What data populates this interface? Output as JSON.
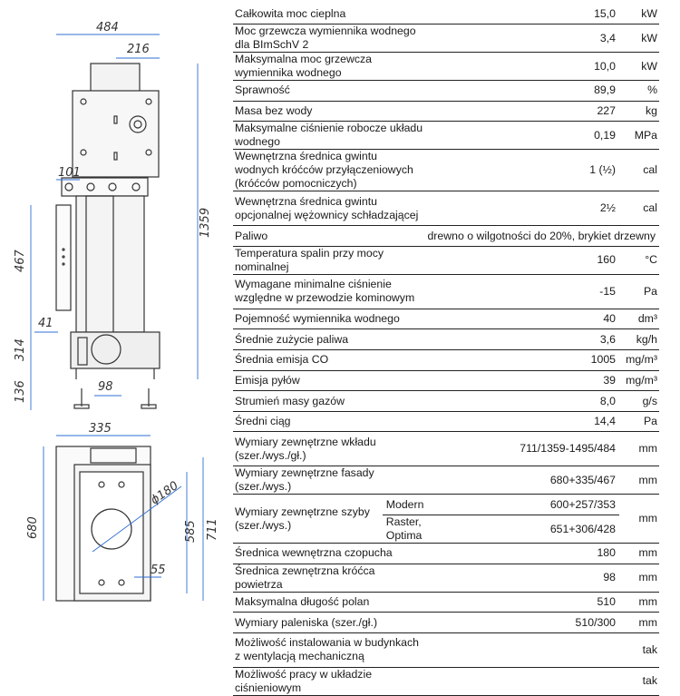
{
  "colors": {
    "dimension_line": "#2f6fd6",
    "text": "#1a1a1a",
    "rule": "#222222"
  },
  "drawing": {
    "front_dims": {
      "width": "484",
      "top_offset": "216",
      "left_offset": "101",
      "height": "1359",
      "door_height": "467",
      "small": "41",
      "lower": "314",
      "legs": "136",
      "leg_gap": "98"
    },
    "top_dims": {
      "width": "335",
      "depth": "680",
      "diameter": "ϕ180",
      "inner": "585",
      "outer": "711",
      "spigot": "55"
    }
  },
  "spec": {
    "rows": [
      {
        "label": "Całkowita moc cieplna",
        "value": "15,0",
        "unit": "kW"
      },
      {
        "label": "Moc grzewcza wymiennika wodnego dla BImSchV 2",
        "value": "3,4",
        "unit": "kW"
      },
      {
        "label": "Maksymalna moc grzewcza wymiennika wodnego",
        "value": "10,0",
        "unit": "kW"
      },
      {
        "label": "Sprawność",
        "value": "89,9",
        "unit": "%"
      },
      {
        "label": "Masa bez wody",
        "value": "227",
        "unit": "kg"
      },
      {
        "label": "Maksymalne ciśnienie robocze układu wodnego",
        "value": "0,19",
        "unit": "MPa"
      },
      {
        "label": "Wewnętrzna średnica gwintu wodnych króćców przyłączeniowych (króćców pomocniczych)",
        "value": "1 (½)",
        "unit": "cal",
        "tall": true
      },
      {
        "label": "Wewnętrzna średnica gwintu opcjonalnej wężownicy schładzającej",
        "value": "2½",
        "unit": "cal",
        "tall": true
      },
      {
        "label": "Paliwo",
        "value": "drewno o wilgotności do 20%, brykiet drzewny",
        "unit": "",
        "span": true
      },
      {
        "label": "Temperatura spalin przy mocy nominalnej",
        "value": "160",
        "unit": "°C"
      },
      {
        "label": "Wymagane minimalne ciśnienie względne w przewodzie kominowym",
        "value": "-15",
        "unit": "Pa",
        "tall": true
      },
      {
        "label": "Pojemność wymiennika wodnego",
        "value": "40",
        "unit": "dm³"
      },
      {
        "label": "Średnie zużycie paliwa",
        "value": "3,6",
        "unit": "kg/h"
      },
      {
        "label": "Średnia emisja CO",
        "value": "1005",
        "unit": "mg/m³"
      },
      {
        "label": "Emisja pyłów",
        "value": "39",
        "unit": "mg/m³"
      },
      {
        "label": "Strumień masy gazów",
        "value": "8,0",
        "unit": "g/s"
      },
      {
        "label": "Średni ciąg",
        "value": "14,4",
        "unit": "Pa"
      },
      {
        "label": "Wymiary zewnętrzne wkładu (szer./wys./gł.)",
        "value": "711/1359-1495/484",
        "unit": "mm",
        "tall": true
      },
      {
        "label": "Wymiary zewnętrzne fasady (szer./wys.)",
        "value": "680+335/467",
        "unit": "mm"
      }
    ],
    "glass": {
      "label": "Wymiary zewnętrzne szyby (szer./wys.)",
      "unit": "mm",
      "variants": [
        {
          "name": "Modern",
          "value": "600+257/353"
        },
        {
          "name": "Raster, Optima",
          "value": "651+306/428"
        }
      ]
    },
    "rows2": [
      {
        "label": "Średnica wewnętrzna czopucha",
        "value": "180",
        "unit": "mm"
      },
      {
        "label": "Średnica zewnętrzna króćca powietrza",
        "value": "98",
        "unit": "mm"
      },
      {
        "label": "Maksymalna długość polan",
        "value": "510",
        "unit": "mm"
      },
      {
        "label": "Wymiary paleniska (szer./gł.)",
        "value": "510/300",
        "unit": "mm"
      },
      {
        "label": "Możliwość instalowania w budynkach z wentylacją mechaniczną",
        "value": "",
        "unit": "tak",
        "tall": true
      },
      {
        "label": "Możliwość pracy w układzie ciśnieniowym",
        "value": "",
        "unit": "tak"
      }
    ]
  }
}
